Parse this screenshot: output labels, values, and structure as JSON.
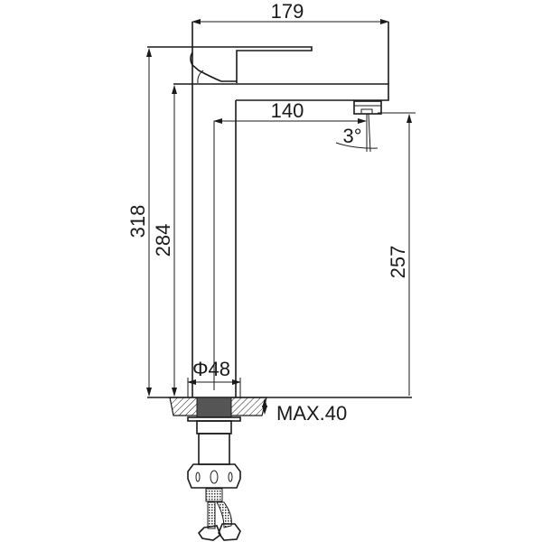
{
  "drawing": {
    "dimensions": {
      "overall_length": "179",
      "spout_reach": "140",
      "spout_angle": "3°",
      "total_height": "318",
      "body_height": "284",
      "spout_height": "257",
      "base_diameter": "Φ48",
      "max_countertop": "MAX.40"
    },
    "colors": {
      "line": "#1a1a1a",
      "background": "#ffffff"
    }
  }
}
